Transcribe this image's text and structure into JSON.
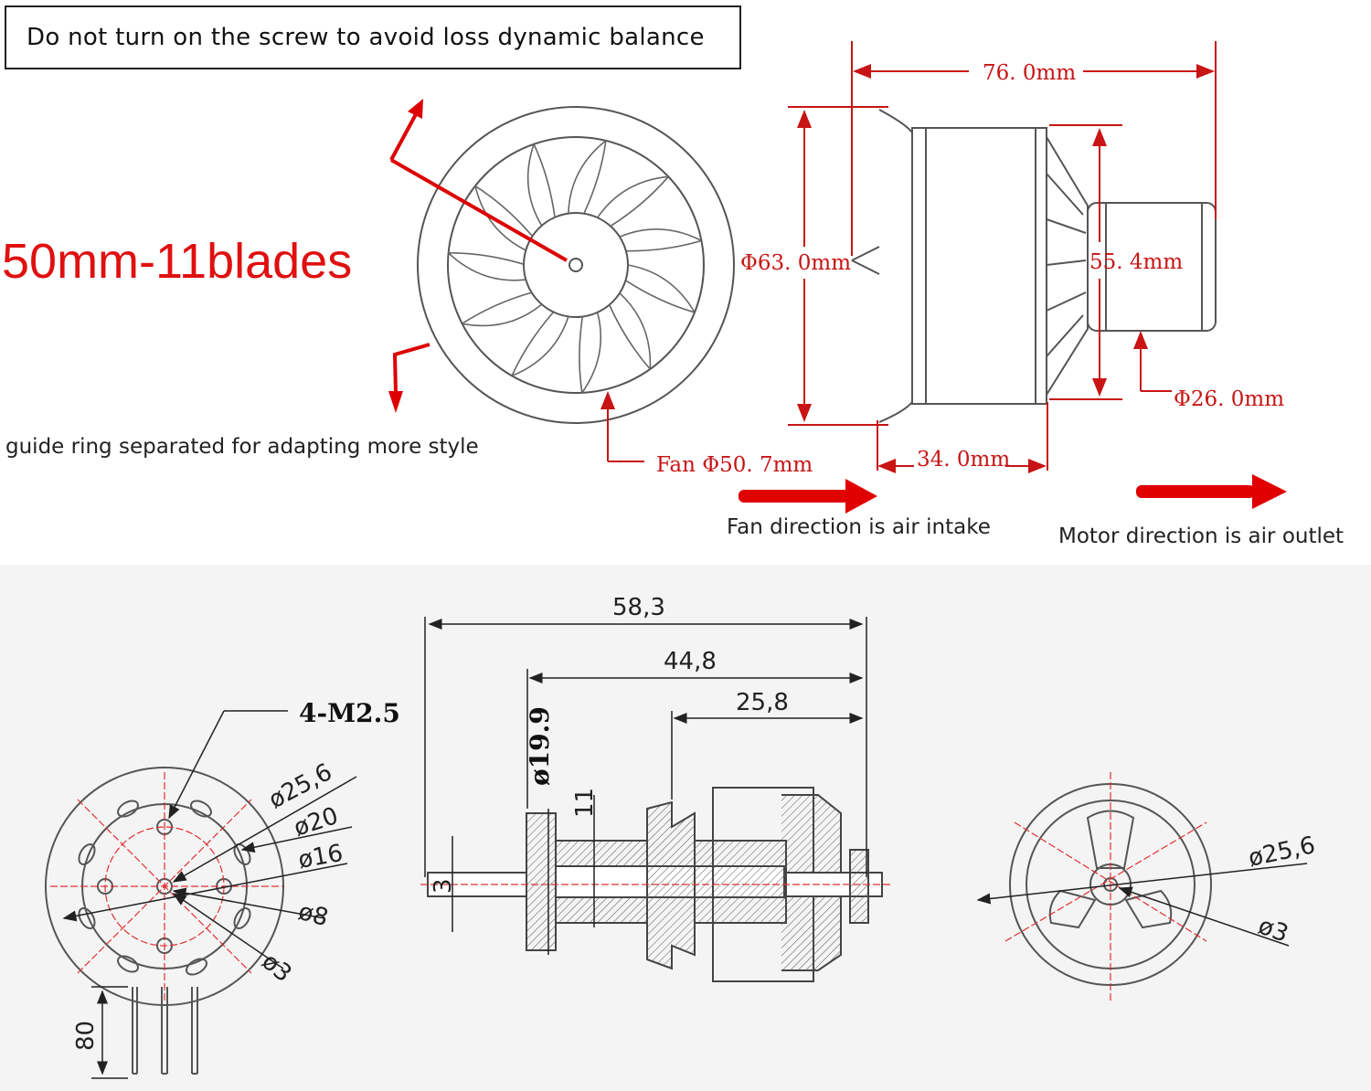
{
  "notice": "Do not turn on the screw to avoid loss dynamic balance",
  "model": "50mm-11blades",
  "captions": {
    "guide_ring": "guide ring separated for adapting more style",
    "fan_direction": "Fan direction is air intake",
    "motor_direction": "Motor direction is air outlet"
  },
  "fan_dims": {
    "overall_length": "76. 0mm",
    "outer_diameter": "Φ63. 0mm",
    "inner_diameter": "55. 4mm",
    "motor_diameter": "Φ26. 0mm",
    "fan_diameter": "Fan Φ50. 7mm",
    "duct_length": "34. 0mm"
  },
  "motor_dims": {
    "screws": "4-M2.5",
    "d256": "ø25,6",
    "d20": "ø20",
    "d16": "ø16",
    "d8": "ø8",
    "d3": "ø3",
    "wire_len": "80",
    "len583": "58,3",
    "len448": "44,8",
    "len258": "25,8",
    "d199": "ø19.9",
    "d11": "11",
    "shaft3": "3",
    "rear_d256": "ø25,6",
    "rear_d3": "ø3"
  },
  "colors": {
    "dimension": "#c81414",
    "arrow": "#e00000",
    "line": "#555555"
  }
}
